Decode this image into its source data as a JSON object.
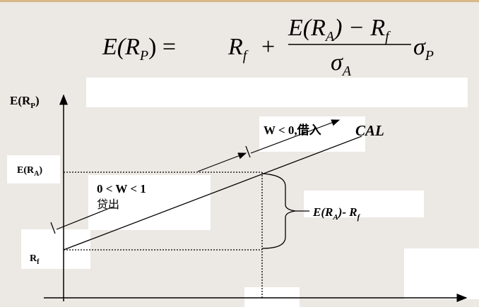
{
  "formula": {
    "lhs_E": "E(",
    "lhs_R": "R",
    "lhs_sub": "P",
    "lhs_close": ") = ",
    "rf_R": "R",
    "rf_sub": "f",
    "plus": "+",
    "num": "E(R",
    "num_sub_a": "A",
    "num_rest": ") − R",
    "num_sub_f": "f",
    "den": "σ",
    "den_sub": "A",
    "sigma": "σ",
    "sigma_sub": "P"
  },
  "axis": {
    "y_label_main": "E(R",
    "y_label_sub": "P",
    "y_label_close": ")"
  },
  "labels": {
    "era_main": "E(R",
    "era_sub": "A",
    "era_close": ")",
    "rf_main": "R",
    "rf_sub": "f",
    "borrow": "W < 0,借入",
    "cal": "CAL",
    "lend_line1": "0 < W < 1",
    "lend_line2": "贷出",
    "risk_premium_main": "E(R",
    "risk_premium_sub": "A",
    "risk_premium_mid": ")- R",
    "risk_premium_sub2": "f"
  },
  "colors": {
    "background": "#ece8e3",
    "boxes": "#ffffff",
    "ink": "#000000",
    "top_border": "#d8b98a"
  }
}
